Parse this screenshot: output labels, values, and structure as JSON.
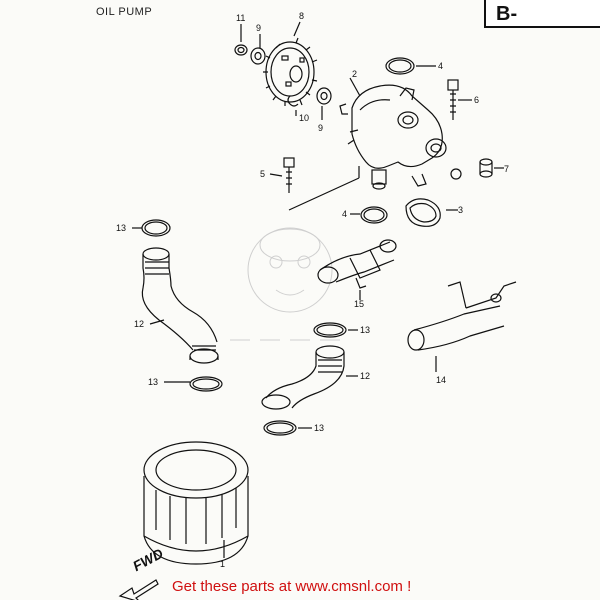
{
  "title": "OIL PUMP",
  "section_code": "B-",
  "footer_text": "Get these parts at www.cmsnl.com !",
  "fwd_label": "FWD",
  "callouts": {
    "c1": "1",
    "c2": "2",
    "c3": "3",
    "c4a": "4",
    "c4b": "4",
    "c5": "5",
    "c6": "6",
    "c7": "7",
    "c8": "8",
    "c9a": "9",
    "c9b": "9",
    "c10": "10",
    "c11": "11",
    "c12a": "12",
    "c12b": "12",
    "c13a": "13",
    "c13b": "13",
    "c13c": "13",
    "c13d": "13",
    "c14": "14",
    "c15": "15"
  },
  "colors": {
    "ink": "#111111",
    "footer": "#d01010",
    "paper": "#fbfbf8"
  }
}
